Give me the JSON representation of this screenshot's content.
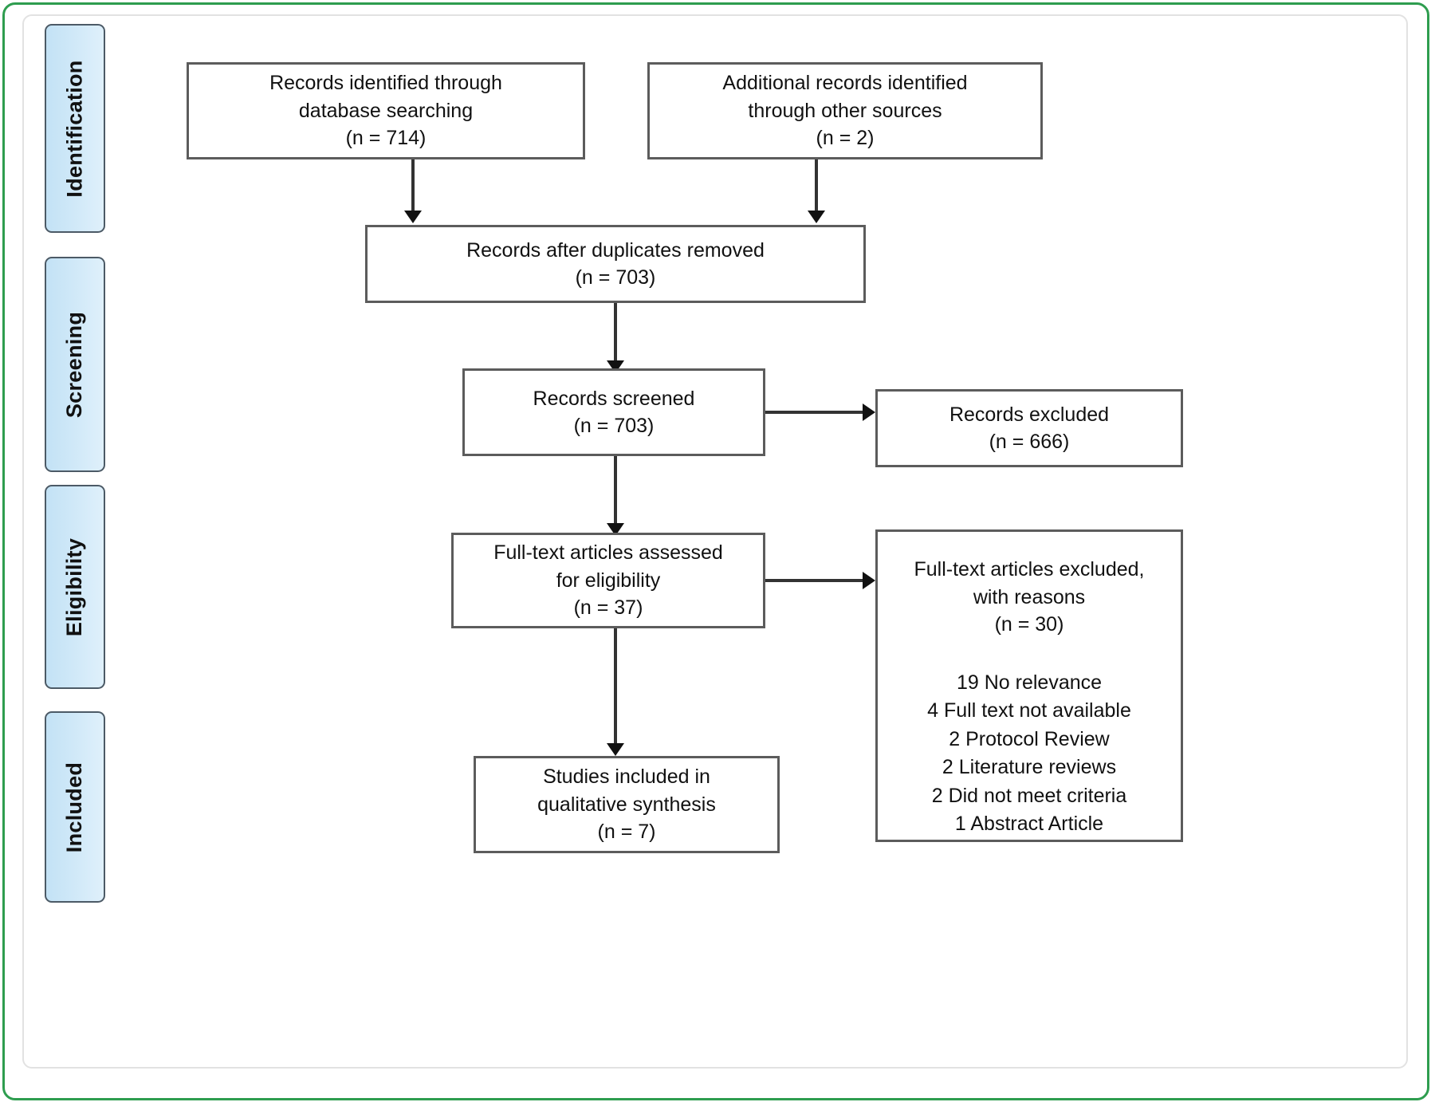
{
  "diagram": {
    "type": "prisma-flow-diagram",
    "frame_color": "#2e9d4f",
    "stage_fill": "#cfe8f8",
    "stage_border": "#4c5a66",
    "box_border": "#5c5c5c",
    "connector_color": "#333333"
  },
  "stages": [
    {
      "label": "Identification"
    },
    {
      "label": "Screening"
    },
    {
      "label": "Eligibility"
    },
    {
      "label": "Included"
    }
  ],
  "boxes": {
    "database_search": {
      "line1": "Records identified through",
      "line2": "database searching",
      "line3": "(n = 714)",
      "n": 714
    },
    "other_sources": {
      "line1": "Additional records identified",
      "line2": "through other sources",
      "line3": "(n = 2)",
      "n": 2
    },
    "duplicates_removed": {
      "line1": "Records after duplicates removed",
      "line2": "(n = 703)",
      "n": 703
    },
    "records_screened": {
      "line1": "Records screened",
      "line2": "(n = 703)",
      "n": 703
    },
    "records_excluded": {
      "line1": "Records excluded",
      "line2": "(n = 666)",
      "n": 666
    },
    "fulltext_assessed": {
      "line1": "Full-text articles assessed",
      "line2": "for eligibility",
      "line3": "(n = 37)",
      "n": 37
    },
    "fulltext_excluded": {
      "line1": "Full-text articles excluded,",
      "line2": "with reasons",
      "line3": "(n = 30)",
      "n": 30,
      "reasons": [
        "19 No relevance",
        "4 Full text not available",
        "2 Protocol Review",
        "2 Literature reviews",
        "2 Did not meet criteria",
        "1 Abstract Article"
      ]
    },
    "studies_included": {
      "line1": "Studies included in",
      "line2": "qualitative synthesis",
      "line3": "(n = 7)",
      "n": 7
    }
  }
}
